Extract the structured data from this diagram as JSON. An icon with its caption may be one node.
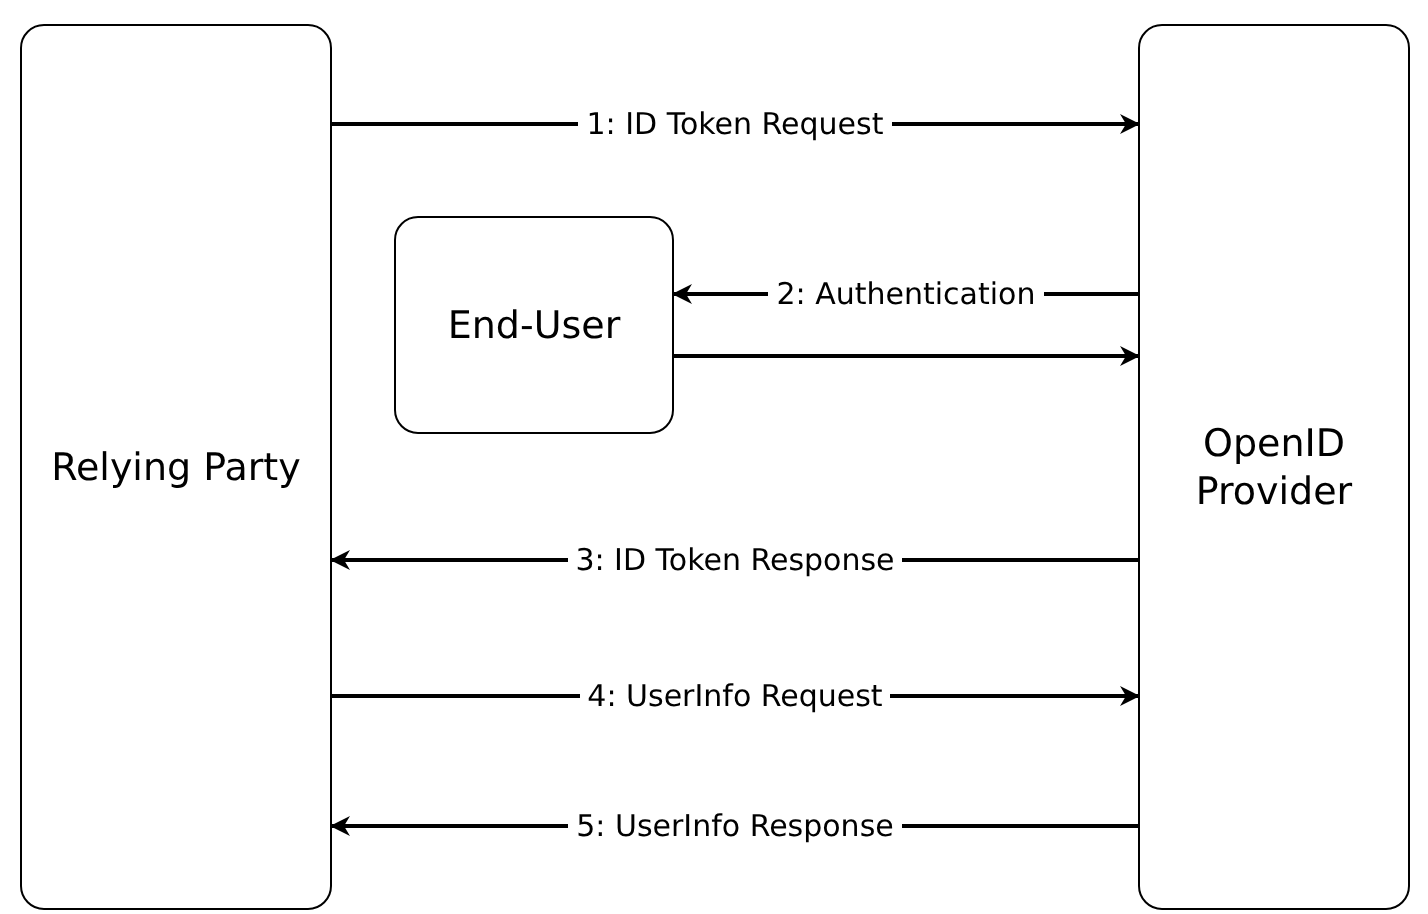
{
  "diagram": {
    "nodes": [
      {
        "text": [
          "Relying Party"
        ]
      },
      {
        "text": [
          "OpenID Provider"
        ]
      },
      {
        "text": [
          "End-User"
        ]
      }
    ],
    "edges": [
      {
        "from": 0,
        "to": 1,
        "arrow": "to",
        "label": "1: ID Token Request"
      },
      {
        "from": 1,
        "to": 2,
        "arrow": "to",
        "label": "2: Authentication"
      },
      {
        "from": 2,
        "to": 1,
        "arrow": "to"
      },
      {
        "from": 1,
        "to": 0,
        "arrow": "to",
        "label": "3: ID Token Response"
      },
      {
        "from": 0,
        "to": 1,
        "arrow": "to",
        "label": "4: UserInfo Request"
      },
      {
        "from": 1,
        "to": 0,
        "arrow": "to",
        "label": "5: UserInfo Response"
      }
    ]
  }
}
